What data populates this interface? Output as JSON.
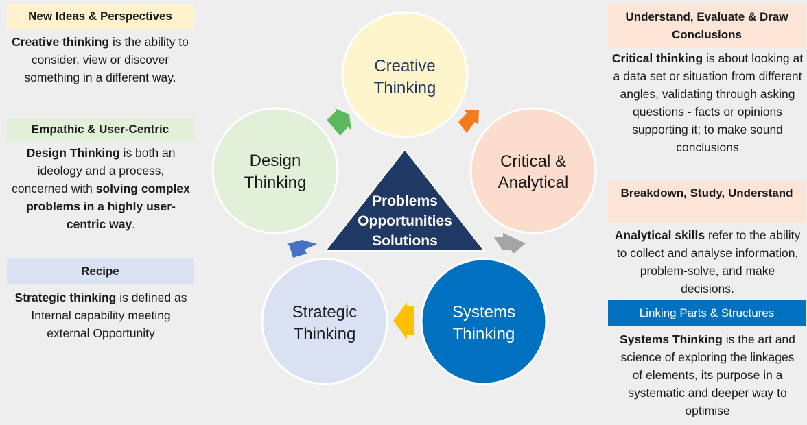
{
  "colors": {
    "creative": "#fef5cc",
    "critical": "#fcdccc",
    "systems": "#0070c0",
    "strategic": "#d9e1f2",
    "design": "#e2f0d9",
    "triangle": "#203864"
  },
  "center": {
    "line1": "Problems",
    "line2": "Opportunities",
    "line3": "Solutions"
  },
  "circles": {
    "creative": {
      "line1": "Creative",
      "line2": "Thinking"
    },
    "critical": {
      "line1": "Critical &",
      "line2": "Analytical"
    },
    "systems": {
      "line1": "Systems",
      "line2": "Thinking"
    },
    "strategic": {
      "line1": "Strategic",
      "line2": "Thinking"
    },
    "design": {
      "line1": "Design",
      "line2": "Thinking"
    }
  },
  "left": {
    "creative": {
      "header": "New Ideas & Perspectives",
      "bold": "Creative thinking",
      "rest": " is the ability to consider, view or discover something in a different way."
    },
    "design": {
      "header": "Empathic & User-Centric",
      "bold": "Design Thinking",
      "mid": " is both an ideology and a process, concerned with ",
      "bold2": "solving complex problems in a highly user-centric way",
      "end": "."
    },
    "strategic": {
      "header": "Recipe",
      "bold": "Strategic thinking",
      "rest": " is defined as Internal capability meeting external Opportunity"
    }
  },
  "right": {
    "critical": {
      "header": "Understand, Evaluate & Draw Conclusions",
      "bold": "Critical thinking",
      "rest": " is about looking at a data set or situation from different angles, validating through asking questions - facts or opinions supporting it; to make sound conclusions"
    },
    "analytical": {
      "header": "Breakdown, Study, Understand",
      "bold": "Analytical skills",
      "rest": " refer to the ability to collect and analyse information, problem-solve, and make decisions."
    },
    "systems": {
      "header": "Linking Parts & Structures",
      "bold": "Systems Thinking",
      "rest": " is the art and science of exploring the linkages of elements, its purpose in a systematic and deeper way to optimise"
    }
  }
}
